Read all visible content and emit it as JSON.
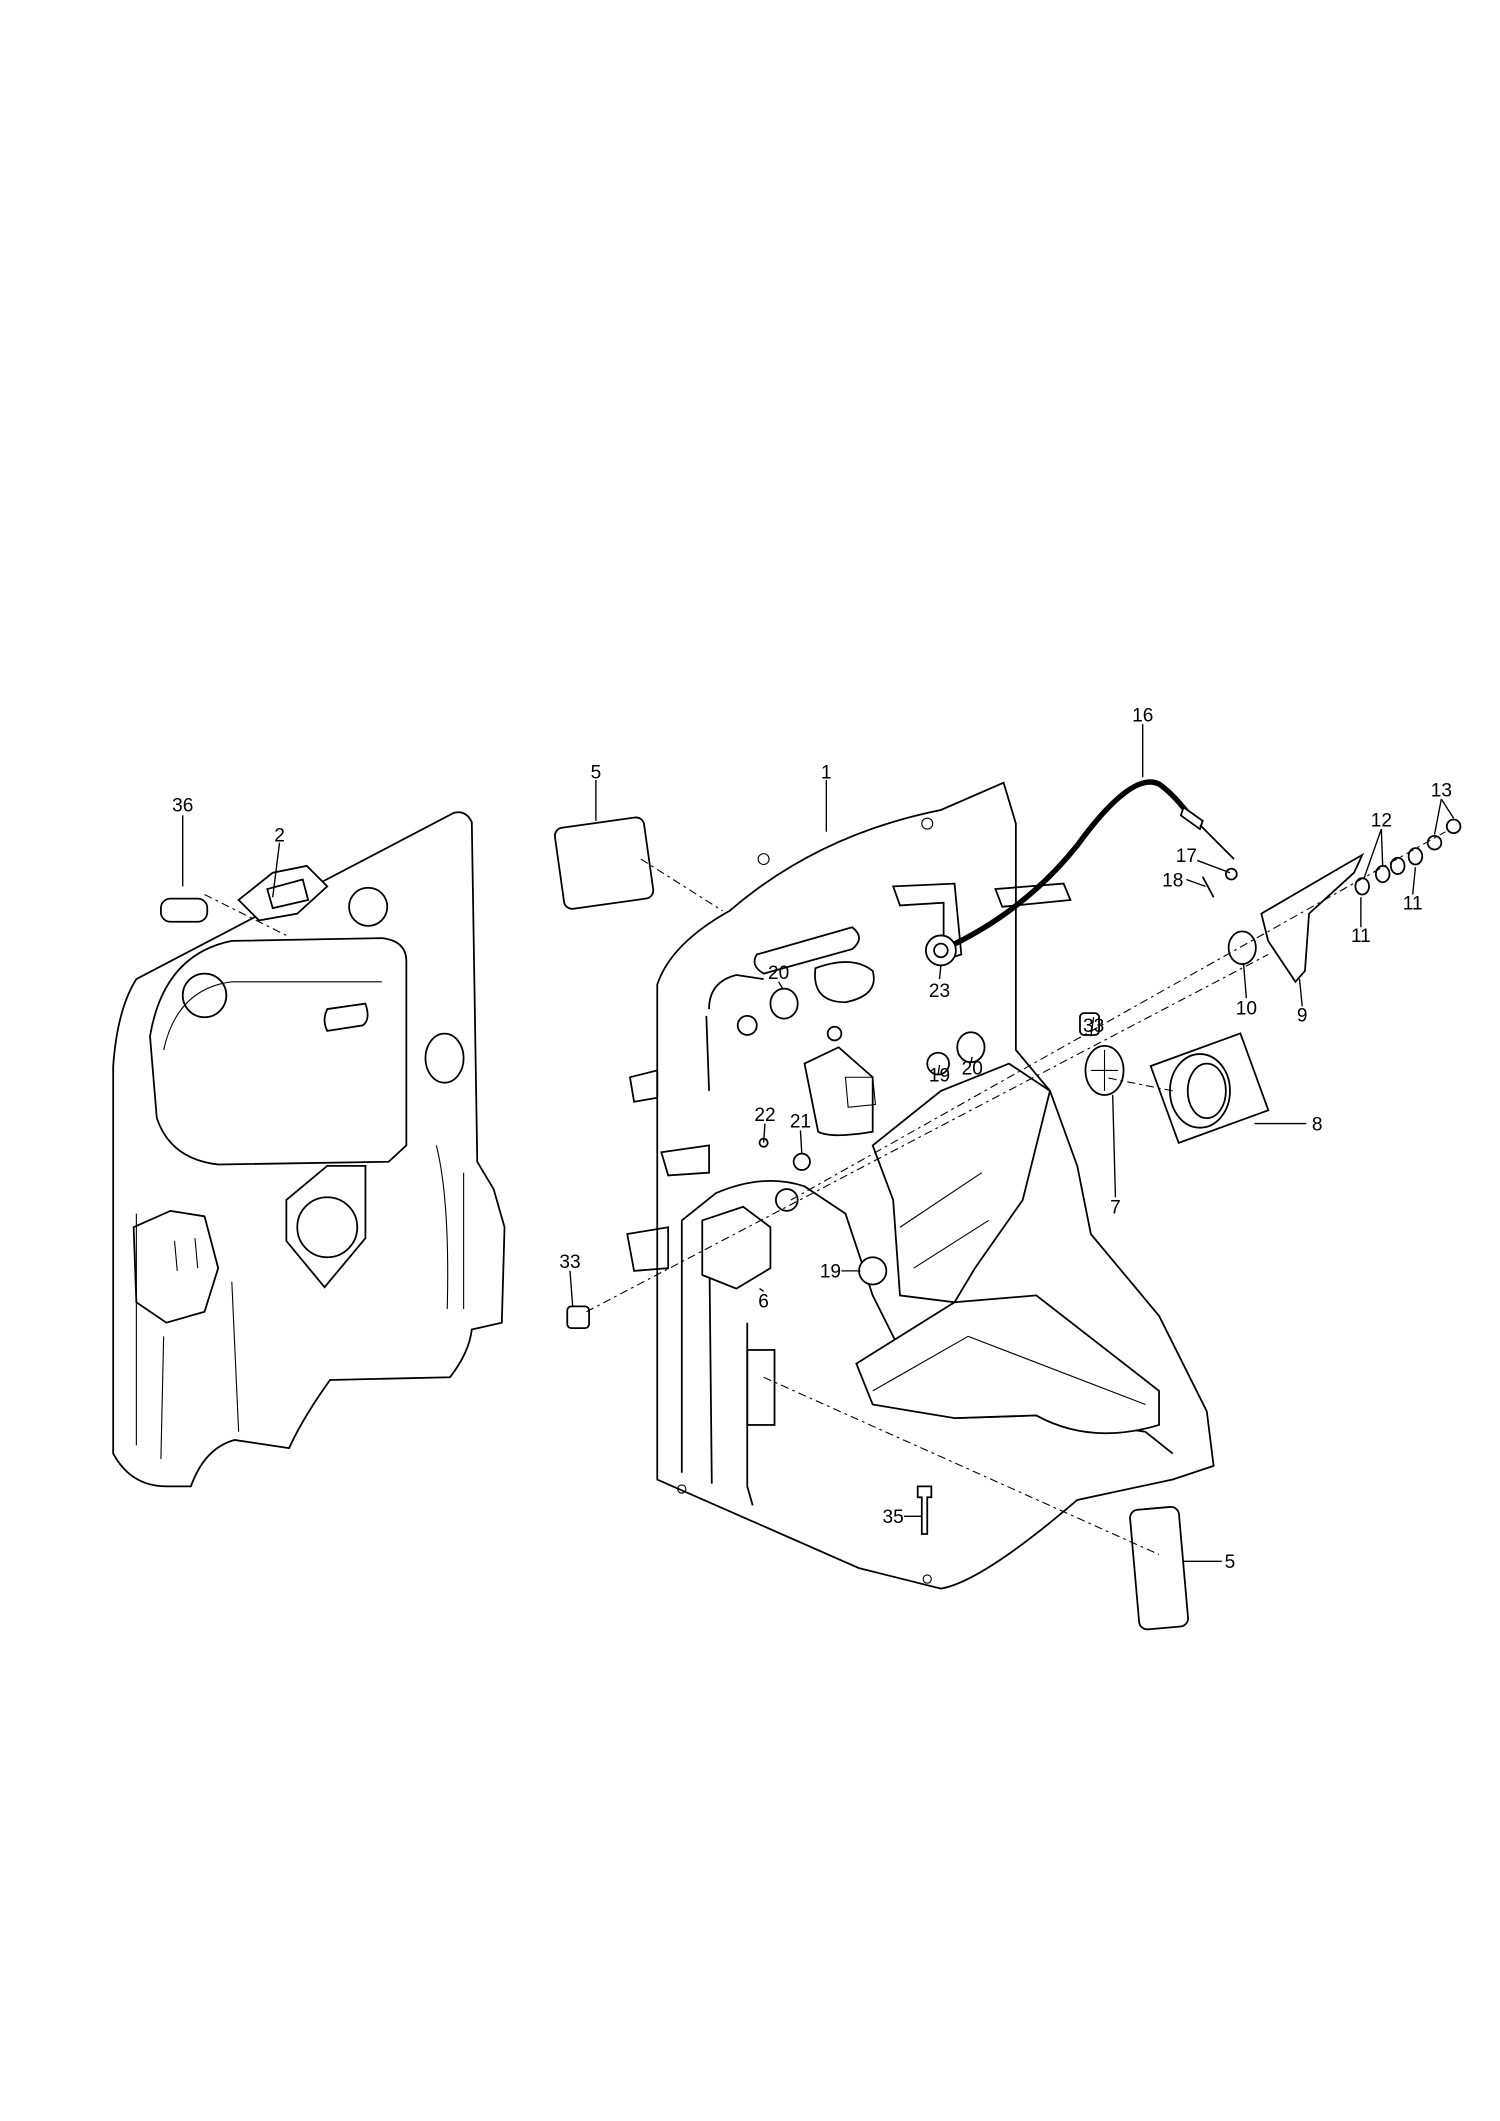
{
  "diagram": {
    "type": "exploded parts diagram",
    "callouts": {
      "c36": "36",
      "c2": "2",
      "c5a": "5",
      "c1": "1",
      "c16": "16",
      "c13": "13",
      "c12": "12",
      "c17": "17",
      "c18": "18",
      "c11a": "11",
      "c11b": "11",
      "c10": "10",
      "c9": "9",
      "c20a": "20",
      "c23": "23",
      "c33a": "33",
      "c19a": "19",
      "c20b": "20",
      "c8": "8",
      "c22": "22",
      "c21": "21",
      "c7": "7",
      "c33b": "33",
      "c19b": "19",
      "c6": "6",
      "c35": "35",
      "c5b": "5"
    }
  }
}
